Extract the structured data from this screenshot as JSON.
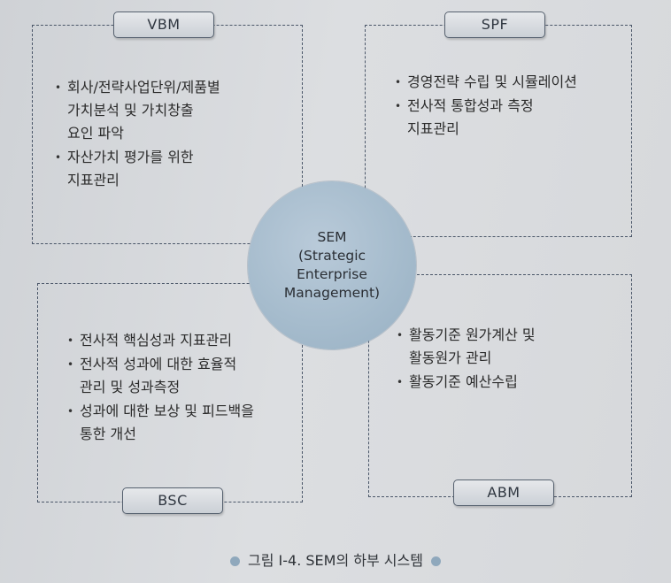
{
  "quadrants": {
    "vbm": {
      "label": "VBM",
      "items": [
        "회사/전략사업단위/제품별\n가치분석 및 가치창출\n요인 파악",
        "자산가치 평가를 위한\n지표관리"
      ]
    },
    "spf": {
      "label": "SPF",
      "items": [
        "경영전략 수립 및 시뮬레이션",
        "전사적 통합성과 측정\n지표관리"
      ]
    },
    "bsc": {
      "label": "BSC",
      "items": [
        "전사적 핵심성과 지표관리",
        "전사적 성과에 대한 효율적\n관리 및 성과측정",
        "성과에 대한 보상 및 피드백을\n통한 개선"
      ]
    },
    "abm": {
      "label": "ABM",
      "items": [
        "활동기준 원가계산 및\n활동원가 관리",
        "활동기준 예산수립"
      ]
    }
  },
  "center": {
    "lines": [
      "SEM",
      "(Strategic",
      "Enterprise",
      "Management)"
    ]
  },
  "caption": "그림 I-4. SEM의 하부 시스템",
  "colors": {
    "circle": "#a6bccd",
    "border": "#4a5668",
    "caption_dot": "#8fa8bc"
  }
}
